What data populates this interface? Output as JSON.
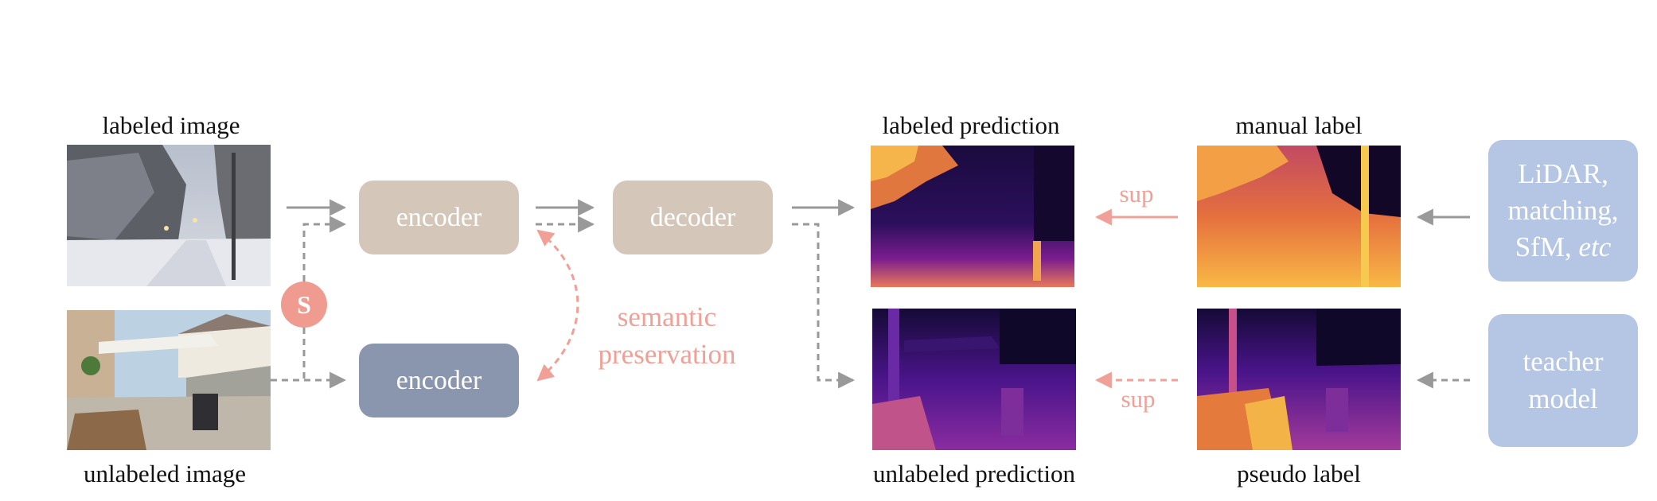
{
  "labels": {
    "labeled_image": "labeled image",
    "unlabeled_image": "unlabeled image",
    "labeled_prediction": "labeled prediction",
    "manual_label": "manual label",
    "unlabeled_prediction": "unlabeled prediction",
    "pseudo_label": "pseudo label"
  },
  "modules": {
    "encoder_top": "encoder",
    "encoder_bottom": "encoder",
    "decoder": "decoder"
  },
  "strong_aug_badge": "S",
  "semantic": {
    "line1": "semantic",
    "line2": "preservation"
  },
  "sup_top": "sup",
  "sup_bottom": "sup",
  "sources": {
    "lidar_line1": "LiDAR,",
    "lidar_line2": "matching,",
    "lidar_line3_a": "SfM, ",
    "lidar_line3_b": "etc",
    "teacher_line1": "teacher",
    "teacher_line2": "model"
  },
  "colors": {
    "encoder_frozen": "#d4c6b9",
    "encoder_trainable": "#8a95ae",
    "source_box": "#b5c6e4",
    "accent": "#f09b90",
    "arrow_gray": "#999999"
  }
}
